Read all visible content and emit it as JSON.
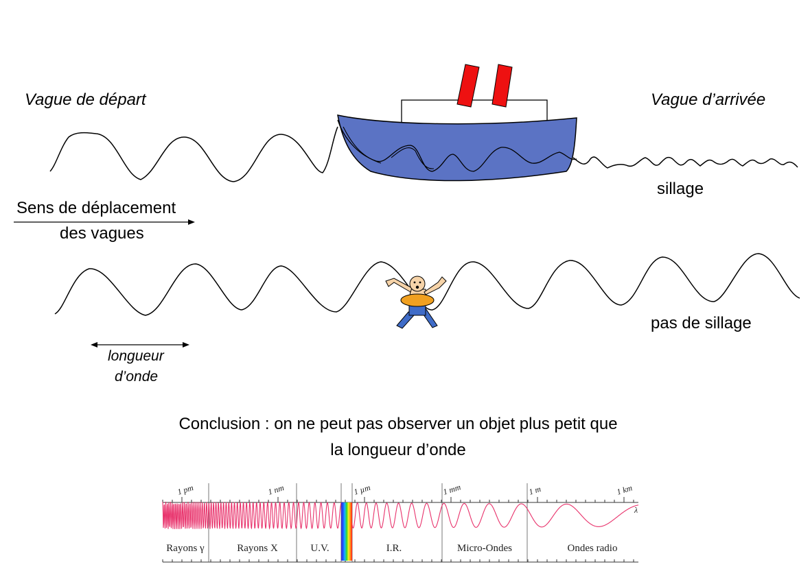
{
  "labels": {
    "start_wave": "Vague de départ",
    "arrival_wave": "Vague d’arrivée",
    "wake": "sillage",
    "direction_line1": "Sens de déplacement",
    "direction_line2": "des vagues",
    "no_wake": "pas de sillage",
    "wavelength_line1": "longueur",
    "wavelength_line2": "d’onde"
  },
  "conclusion": {
    "line1": "Conclusion : on ne peut pas observer un objet plus petit que",
    "line2": "la longueur d’onde"
  },
  "spectrum": {
    "lambda_symbol": "λ",
    "scale_ticks": [
      "1 pm",
      "1 nm",
      "1 µm",
      "1 mm",
      "1 m",
      "1 km"
    ],
    "bands": [
      "Rayons γ",
      "Rayons X",
      "U.V.",
      "I.R.",
      "Micro-Ondes",
      "Ondes radio"
    ],
    "wave_color": "#e8306a"
  },
  "colors": {
    "boat_hull": "#5b73c4",
    "chimneys": "#ee1111",
    "person_body": "#f6d3a8",
    "person_legs": "#3f6cc8",
    "buoy": "#f0a020"
  }
}
